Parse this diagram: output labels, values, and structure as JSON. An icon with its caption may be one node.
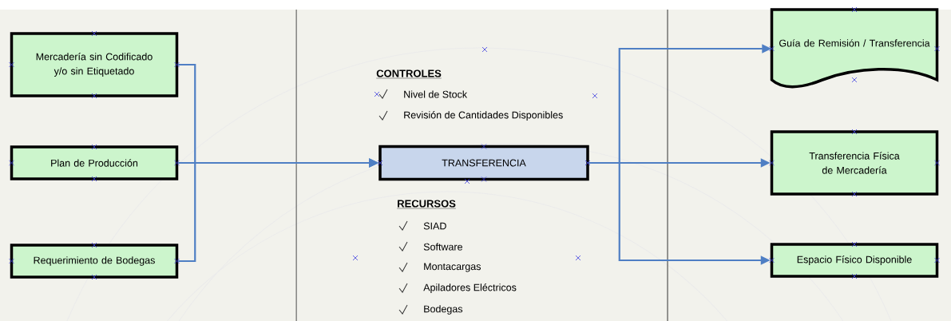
{
  "diagram": {
    "nodes": [
      {
        "text": [
          "Mercadería sin Codificado y/o sin Etiquetado"
        ]
      },
      {
        "text": [
          "Plan de Producción"
        ]
      },
      {
        "text": [
          "Requerimiento de Bodegas"
        ]
      },
      {
        "text": [
          "TRANSFERENCIA"
        ]
      },
      {
        "text": [
          "Guía de Remisión / Transferencia"
        ]
      },
      {
        "text": [
          "Transferencia Física de Mercadería"
        ]
      },
      {
        "text": [
          "Espacio Físico Disponible"
        ]
      }
    ],
    "edges": [
      {
        "from": 0,
        "to": 3,
        "arrow": "to"
      },
      {
        "from": 1,
        "to": 3,
        "arrow": "to"
      },
      {
        "from": 2,
        "to": 3,
        "arrow": "to"
      },
      {
        "from": 3,
        "to": 4,
        "arrow": "to"
      },
      {
        "from": 3,
        "to": 5,
        "arrow": "to"
      },
      {
        "from": 3,
        "to": 6,
        "arrow": "to"
      }
    ],
    "labels": [
      "CONTROLES",
      "Nivel de Stock",
      "Revisión de Cantidades Disponibles",
      "RECURSOS",
      "SIAD",
      "Software",
      "Montacargas",
      "Apiladores Eléctricos",
      "Bodegas"
    ]
  }
}
